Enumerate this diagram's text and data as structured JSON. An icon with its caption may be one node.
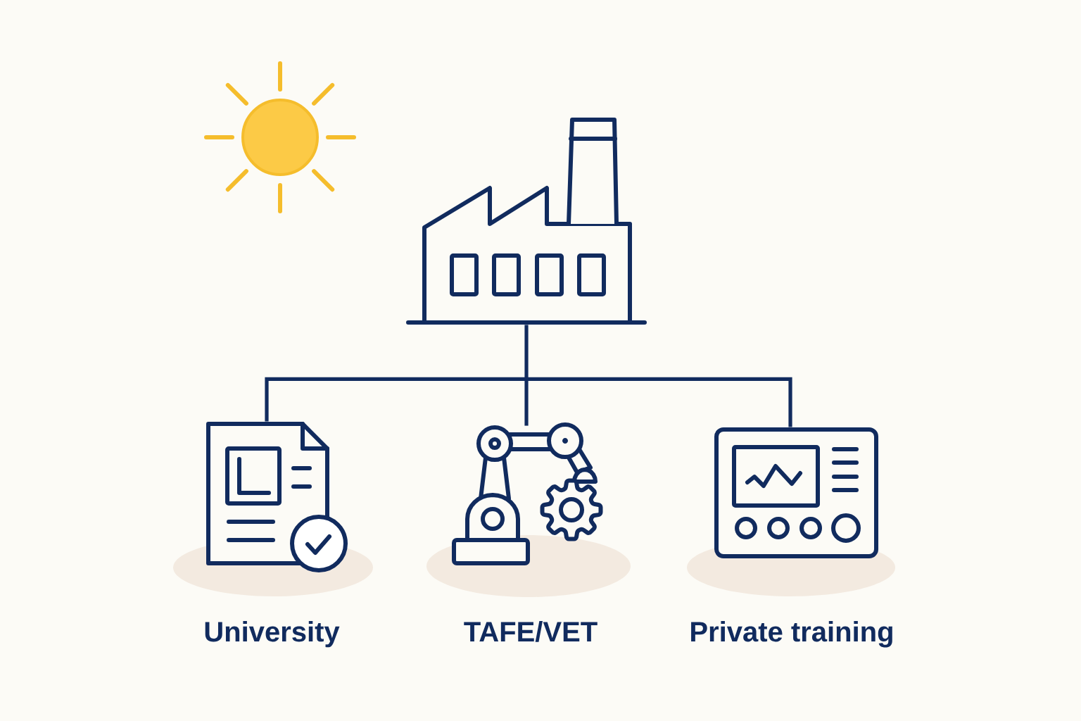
{
  "diagram": {
    "nodes": [
      {
        "text": [],
        "shape": "picture"
      },
      {
        "text": [],
        "shape": "picture",
        "beside": [
          "University"
        ]
      },
      {
        "text": [],
        "shape": "picture",
        "beside": [
          "TAFE/VET"
        ]
      },
      {
        "text": [],
        "shape": "picture",
        "beside": [
          "Private training"
        ]
      }
    ],
    "edges": [
      {
        "from": 0,
        "to": 1,
        "arrow": "none"
      },
      {
        "from": 0,
        "to": 2,
        "arrow": "none"
      },
      {
        "from": 0,
        "to": 3,
        "arrow": "none"
      }
    ]
  }
}
